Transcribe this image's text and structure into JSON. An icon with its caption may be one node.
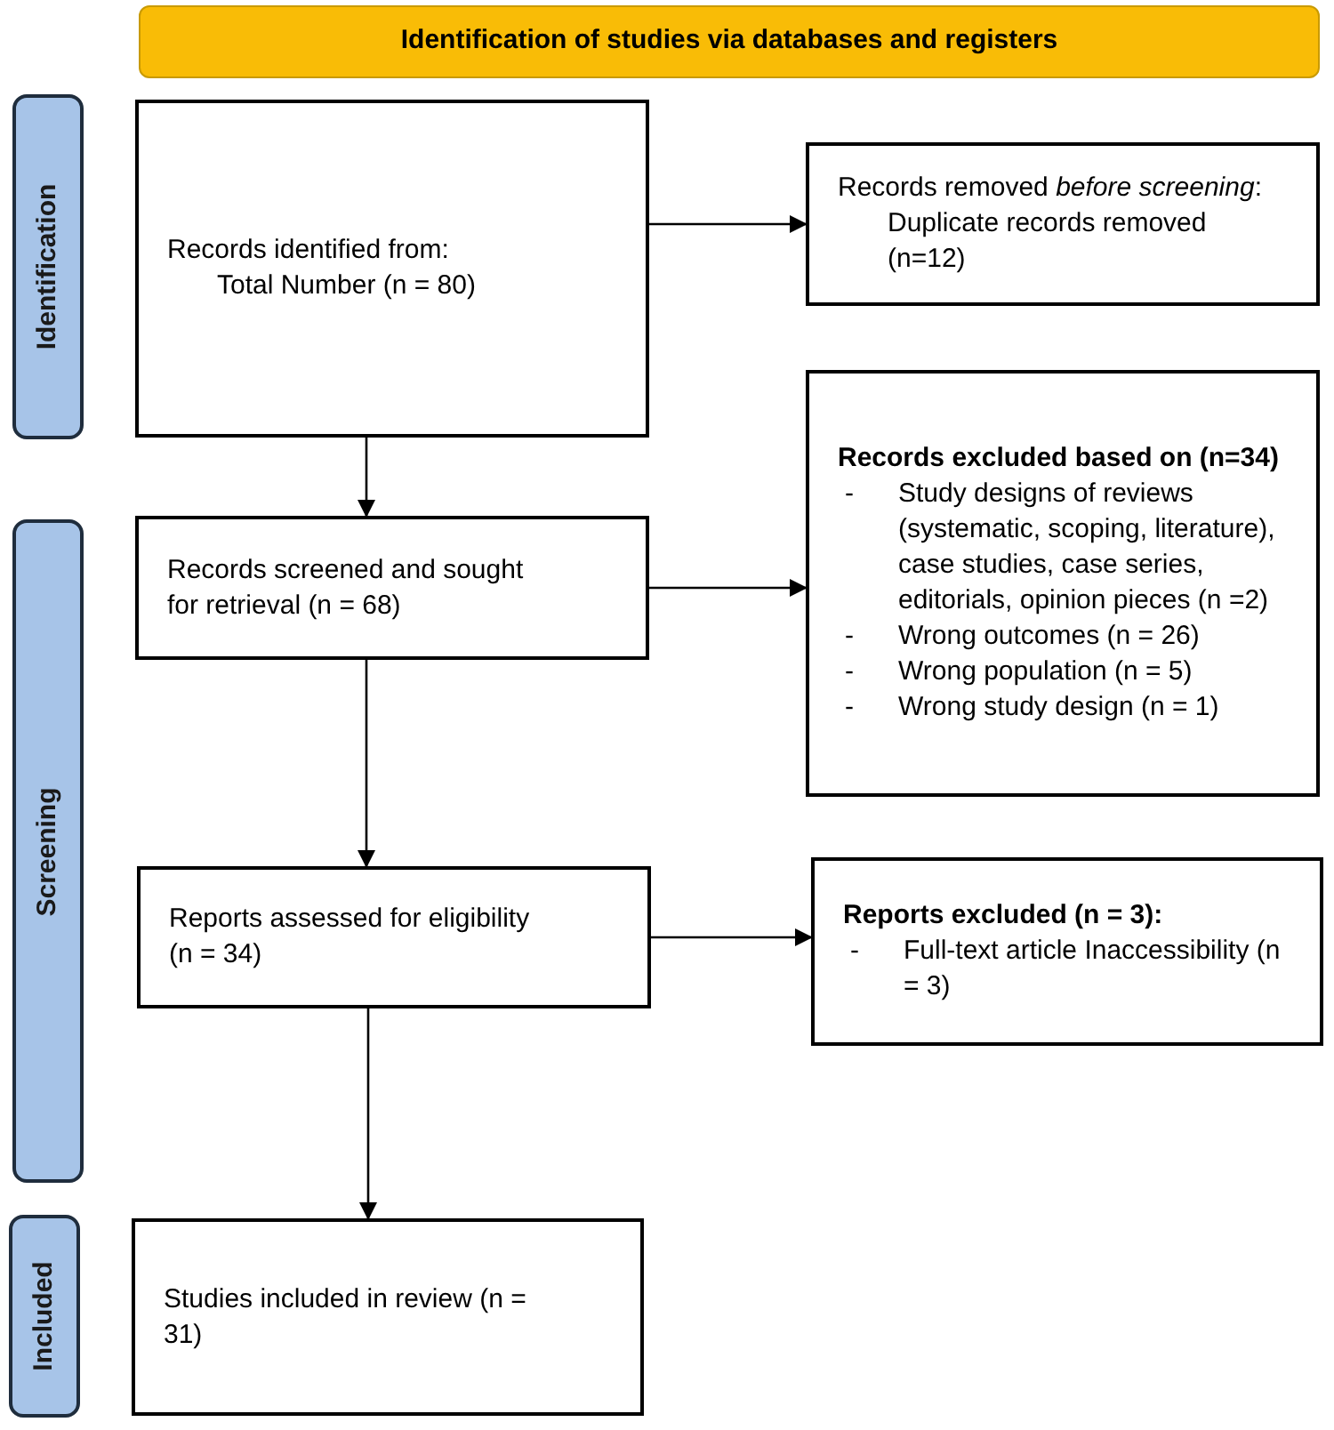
{
  "diagram": {
    "nodes": [
      {
        "text": [
          "Identification of studies via databases and registers"
        ]
      },
      {
        "text": [
          "Identification"
        ]
      },
      {
        "text": [
          "Screening"
        ]
      },
      {
        "text": [
          "Included"
        ]
      },
      {
        "text": [
          "Records identified from:",
          "Total Number (n = 80)"
        ]
      },
      {
        "text": [
          "Records removed *before screening*:",
          "Duplicate records removed (n=12)"
        ]
      },
      {
        "text": [
          "Records screened and sought for retrieval (n = 68)"
        ]
      },
      {
        "text": [
          "Records excluded based on (n=34)",
          "-",
          "Study designs of reviews (systematic, scoping, literature), case studies, case series, editorials, opinion pieces (n =2)",
          "-",
          "Wrong outcomes (n = 26)",
          "-",
          "Wrong population (n = 5)",
          "-",
          "Wrong study design (n = 1)"
        ]
      },
      {
        "text": [
          "Reports assessed for eligibility (n = 34)"
        ]
      },
      {
        "text": [
          "Reports excluded (n = 3):",
          "-",
          "Full-text article Inaccessibility (n = 3)"
        ]
      },
      {
        "text": [
          "Studies included in review (n = 31)"
        ]
      }
    ],
    "edges": [
      {
        "from": 4,
        "to": 5,
        "arrow": "to"
      },
      {
        "from": 4,
        "to": 6,
        "arrow": "to"
      },
      {
        "from": 6,
        "to": 7,
        "arrow": "to"
      },
      {
        "from": 6,
        "to": 8,
        "arrow": "to"
      },
      {
        "from": 8,
        "to": 9,
        "arrow": "to"
      },
      {
        "from": 8,
        "to": 10,
        "arrow": "to"
      }
    ]
  }
}
